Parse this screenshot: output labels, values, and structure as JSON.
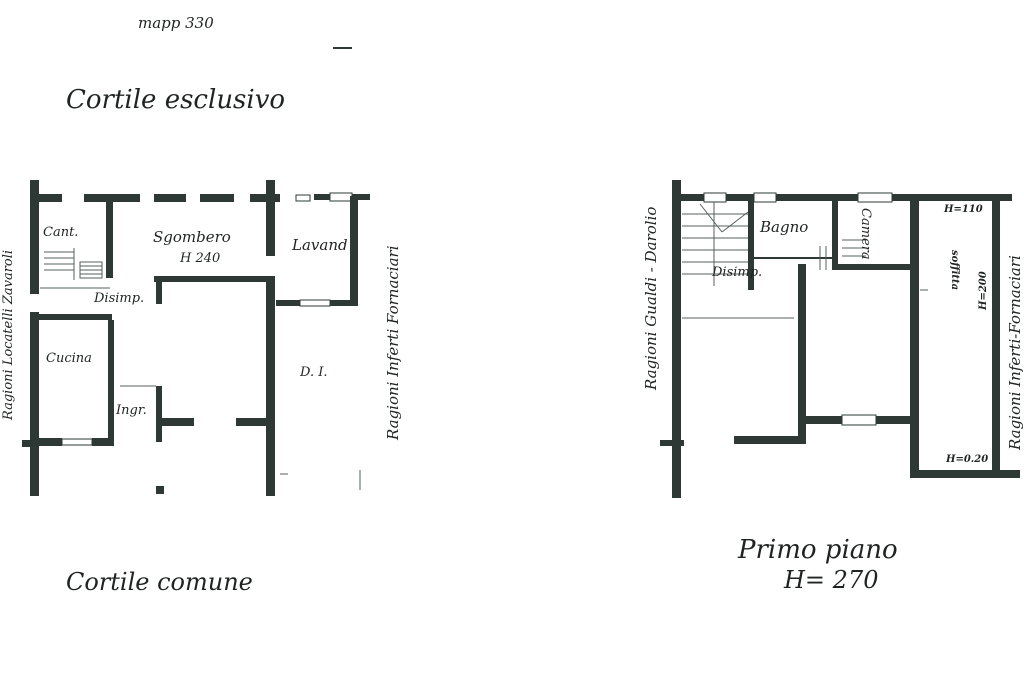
{
  "plans": {
    "header": "mapp 330",
    "ground": {
      "top_label": "Cortile esclusivo",
      "bottom_label": "Cortile comune",
      "left_neighbor": "Ragioni Locatelli Zavaroli",
      "right_neighbor": "Ragioni Inferti Fornaciari",
      "rooms": {
        "cantina": "Cant.",
        "sgombero": "Sgombero",
        "sgombero_height": "H 240",
        "lavanderia": "Lavand",
        "disimpegno": "Disimp.",
        "cucina": "Cucina",
        "ingresso": "Ingr.",
        "other_property": "D. I."
      }
    },
    "first": {
      "title": "Primo piano",
      "height": "H= 270",
      "left_neighbor": "Ragioni Gualdi - Darolio",
      "right_neighbor": "Ragioni Inferti-Fornaciari",
      "rooms": {
        "bagno": "Bagno",
        "camera": "Camera",
        "disimpegno": "Disimp.",
        "soffitta": "soffitta"
      },
      "heights": {
        "top": "H=110",
        "middle": "H=200",
        "bottom": "H=0.20"
      }
    }
  }
}
